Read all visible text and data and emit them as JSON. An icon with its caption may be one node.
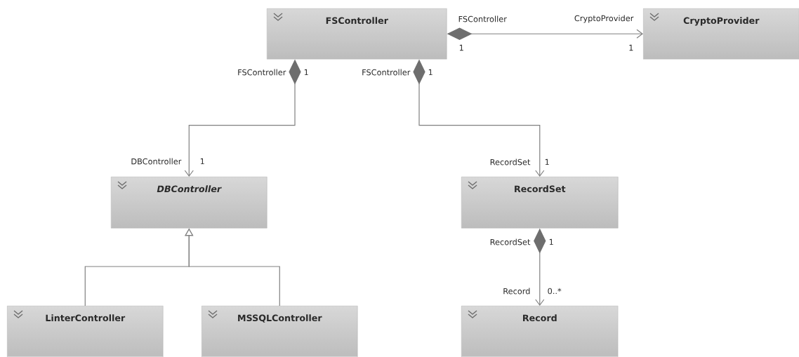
{
  "diagram": {
    "nodes": [
      {
        "text": [
          "FSController"
        ]
      },
      {
        "text": [
          "CryptoProvider"
        ]
      },
      {
        "text": [
          "DBController"
        ]
      },
      {
        "text": [
          "RecordSet"
        ]
      },
      {
        "text": [
          "LinterController"
        ]
      },
      {
        "text": [
          "MSSQLController"
        ]
      },
      {
        "text": [
          "Record"
        ]
      }
    ],
    "edges": [
      {
        "from": 0,
        "to": 1,
        "arrow": "to"
      },
      {
        "from": 0,
        "to": 2,
        "arrow": "to"
      },
      {
        "from": 0,
        "to": 3,
        "arrow": "to"
      },
      {
        "from": 3,
        "to": 6,
        "arrow": "to"
      },
      {
        "from": 4,
        "to": 2,
        "arrow": "to"
      },
      {
        "from": 5,
        "to": 2,
        "arrow": "to"
      }
    ],
    "labels": [
      "FSController",
      "CryptoProvider",
      "1",
      "1",
      "FSController",
      "1",
      "FSController",
      "1",
      "DBController",
      "1",
      "RecordSet",
      "1",
      "RecordSet",
      "1",
      "Record",
      "0..*"
    ]
  }
}
